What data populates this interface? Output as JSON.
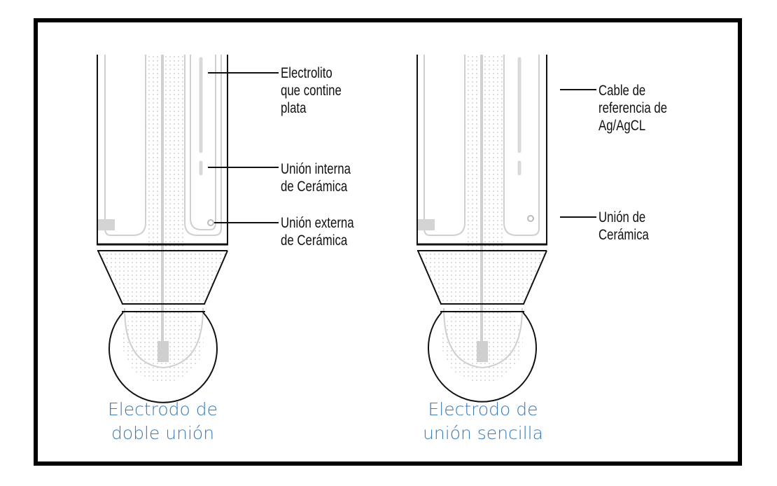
{
  "double": {
    "label_electrolito": "Electrolito\nque contine\nplata",
    "label_union_interna": "Unión interna\nde Cerámica",
    "label_union_externa": "Unión externa\nde Cerámica",
    "caption": "Electrodo de\ndoble unión"
  },
  "single": {
    "label_cable": "Cable de\nreferencia de\nAg/AgCL",
    "label_union": "Unión de\nCerámica",
    "caption": "Electrodo de\nunión sencilla"
  },
  "colors": {
    "caption": "#3a7ab8",
    "outline": "#111111",
    "inner": "#cfcfcf",
    "dots": "#c4c4c4"
  }
}
